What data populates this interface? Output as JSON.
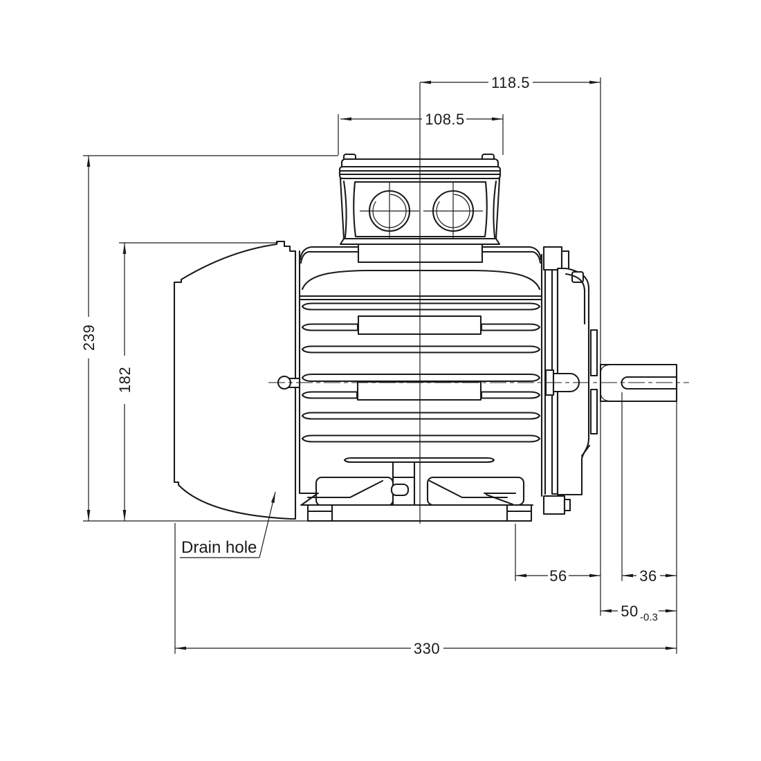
{
  "drawing": {
    "colors": {
      "line": "#1a1a1a",
      "background": "#ffffff"
    },
    "dims": {
      "center_to_shoulder": "118.5",
      "terminal_box_width": "108.5",
      "height_overall": "239",
      "height_body": "182",
      "foot_to_shoulder": "56",
      "key_length": "36",
      "shaft_ext_length": "50",
      "shaft_ext_tolerance": "-0.3",
      "overall_length": "330"
    },
    "annotations": {
      "drain_hole": "Drain hole"
    }
  }
}
